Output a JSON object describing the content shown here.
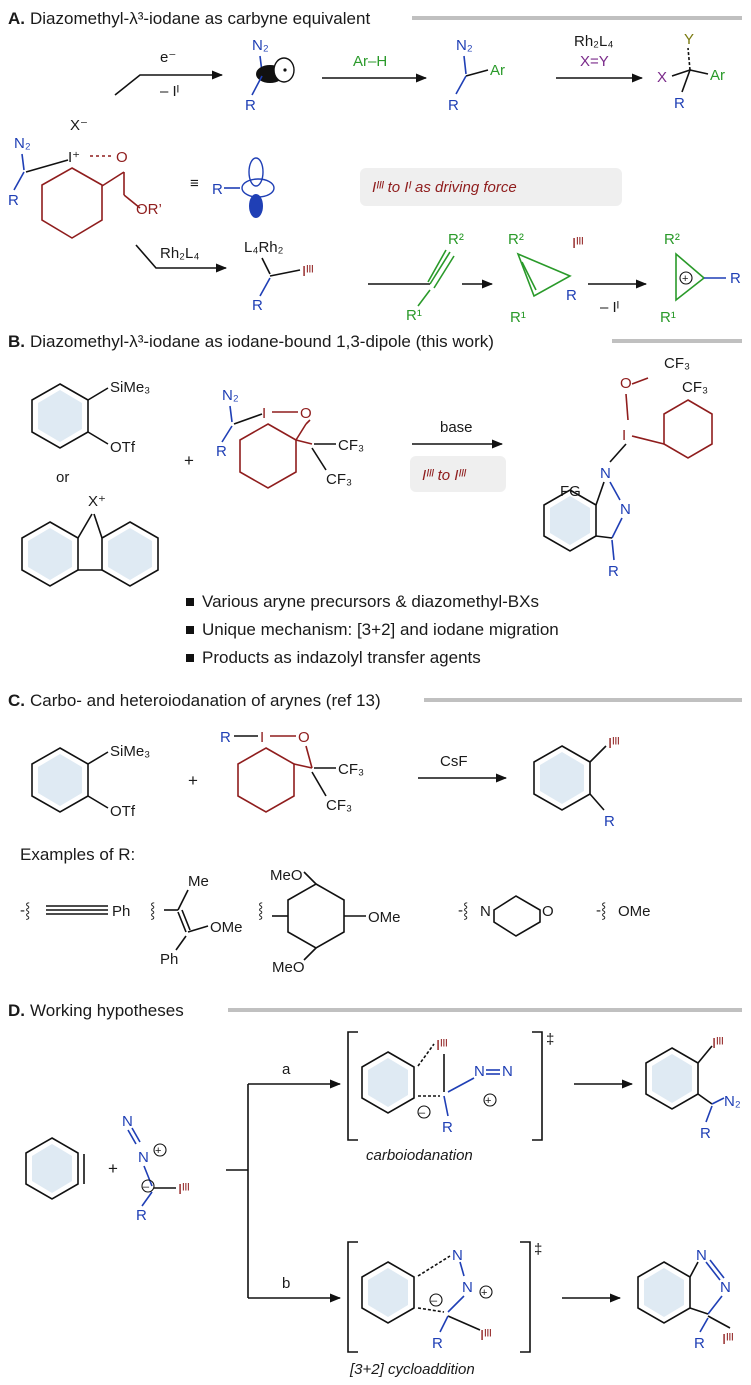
{
  "sections": {
    "A": {
      "letter": "A.",
      "title": "Diazomethyl-λ³-iodane as carbyne equivalent",
      "driving_force": "Iᴵᴵᴵ to Iᴵ as driving force",
      "arrow1_top": "e⁻",
      "arrow1_bottom": "– Iᴵ",
      "arrow2_top": "Ar–H",
      "arrow3_top": "Rh₂L₄",
      "arrow3_xy": "X=Y",
      "arrow4_top": "Rh₂L₄",
      "arrow_last_bottom": "– Iᴵ",
      "reagent_counterion": "X⁻",
      "reagent_ester": "OR’"
    },
    "B": {
      "letter": "B.",
      "title": "Diazomethyl-λ³-iodane as iodane-bound 1,3-dipole (this work)",
      "or_label": "or",
      "plus": "+",
      "base_label": "base",
      "iii_label": "Iᴵᴵᴵ to Iᴵᴵᴵ",
      "fg_label": "FG",
      "bullets": [
        "Various aryne precursors & diazomethyl-BXs",
        "Unique mechanism: [3+2] and iodane migration",
        "Products as indazolyl transfer agents"
      ]
    },
    "C": {
      "letter": "C.",
      "title": "Carbo- and heteroiodanation of arynes (ref 13)",
      "plus": "+",
      "reagent_label": "CsF",
      "examples_label": "Examples of R:",
      "examples": [
        "Ph",
        "Me",
        "OMe",
        "Ph",
        "MeO",
        "OMe",
        "MeO",
        "N",
        "O",
        "OMe"
      ]
    },
    "D": {
      "letter": "D.",
      "title": "Working hypotheses",
      "path_a": "a",
      "path_b": "b",
      "label_a": "carboiodanation",
      "label_b": "[3+2] cycloaddition",
      "dagger": "‡"
    }
  },
  "atoms": {
    "N2": "N₂",
    "R": "R",
    "Ar": "Ar",
    "O": "O",
    "I": "I",
    "Iplus": "I⁺",
    "OTf": "OTf",
    "SiMe3": "SiMe₃",
    "CF3": "CF₃",
    "N": "N",
    "Xplus": "X⁺",
    "X": "X",
    "Y": "Y",
    "R1": "R¹",
    "R2": "R²",
    "L4Rh2": "L₄Rh₂",
    "IIII": "Iᴵᴵᴵ"
  },
  "colors": {
    "iodane": "#8f1d1d",
    "diazo": "#1f3fb5",
    "alkyne": "#2a9a2a",
    "rule": "#c0c0c0",
    "banner": "#efefef"
  }
}
